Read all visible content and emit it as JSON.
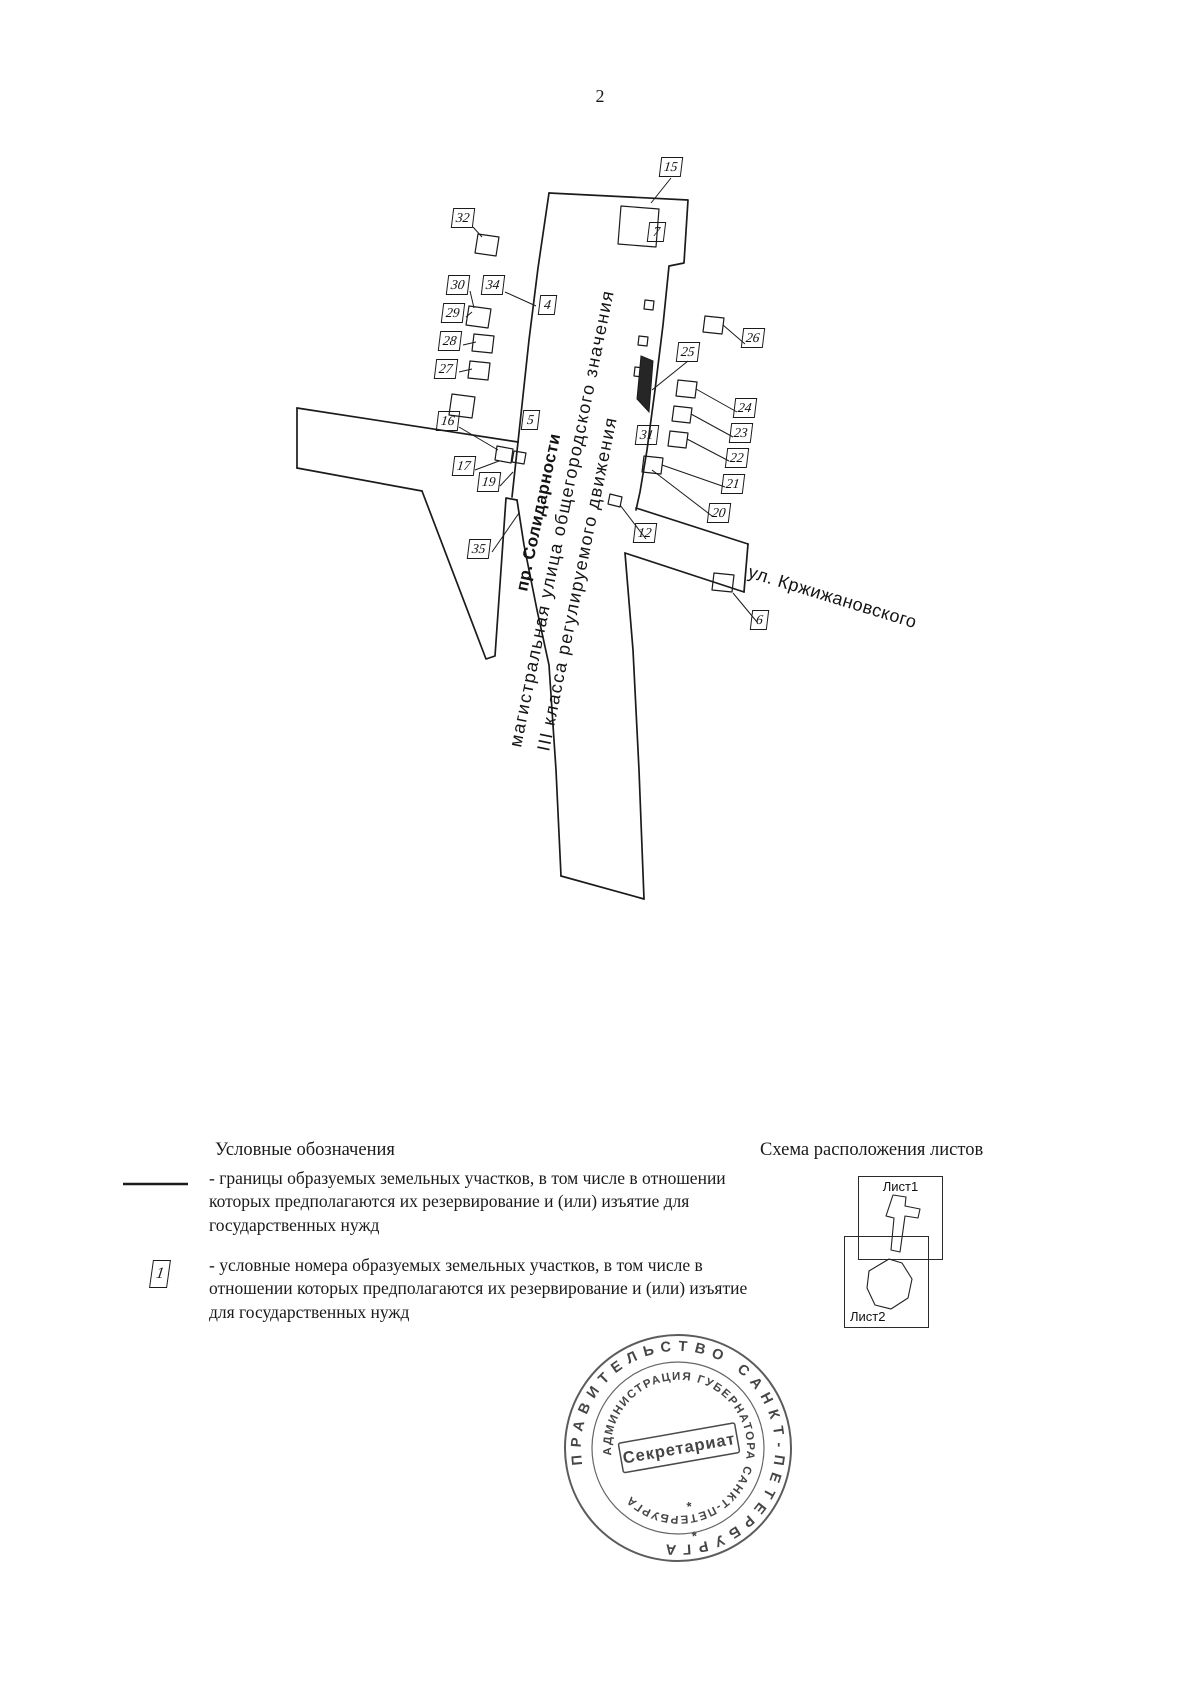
{
  "page": {
    "number": "2"
  },
  "map": {
    "street_labels": {
      "solidarnosti": "пр. Солидарности",
      "magistralnaya_line1": "магистральная улица общегородского значения",
      "magistralnaya_line2": "III класса регулируемого движения",
      "krzhizhanovskogo": "ул. Кржижановского"
    },
    "parcel_labels": [
      "15",
      "32",
      "7",
      "30",
      "34",
      "4",
      "29",
      "28",
      "27",
      "26",
      "25",
      "24",
      "23",
      "22",
      "21",
      "20",
      "16",
      "5",
      "31",
      "17",
      "19",
      "12",
      "35",
      "6"
    ]
  },
  "legend": {
    "title": "Условные обозначения",
    "items": [
      {
        "symbol": "boundary-line",
        "text": "- границы образуемых земельных участков, в том числе в отношении которых предполагаются их резервирование и (или) изъятие для государственных нужд"
      },
      {
        "symbol": "numbered-box",
        "symbol_label": "1",
        "text": "- условные номера образуемых земельных участков, в том числе в отношении которых предполагаются их резервирование и (или) изъятие для государственных нужд"
      }
    ]
  },
  "sheet_scheme": {
    "title": "Схема расположения листов",
    "sheets": [
      {
        "label": "Лист1"
      },
      {
        "label": "Лист2"
      }
    ]
  },
  "stamp": {
    "outer_text": "ПРАВИТЕЛЬСТВО САНКТ-ПЕТЕРБУРГА",
    "inner_text": "АДМИНИСТРАЦИЯ ГУБЕРНАТОРА САНКТ-ПЕТЕРБУРГА",
    "center_text": "Секретариат",
    "star": "*"
  },
  "colors": {
    "ink": "#1b1b1b",
    "stamp": "#4a4a4a"
  }
}
